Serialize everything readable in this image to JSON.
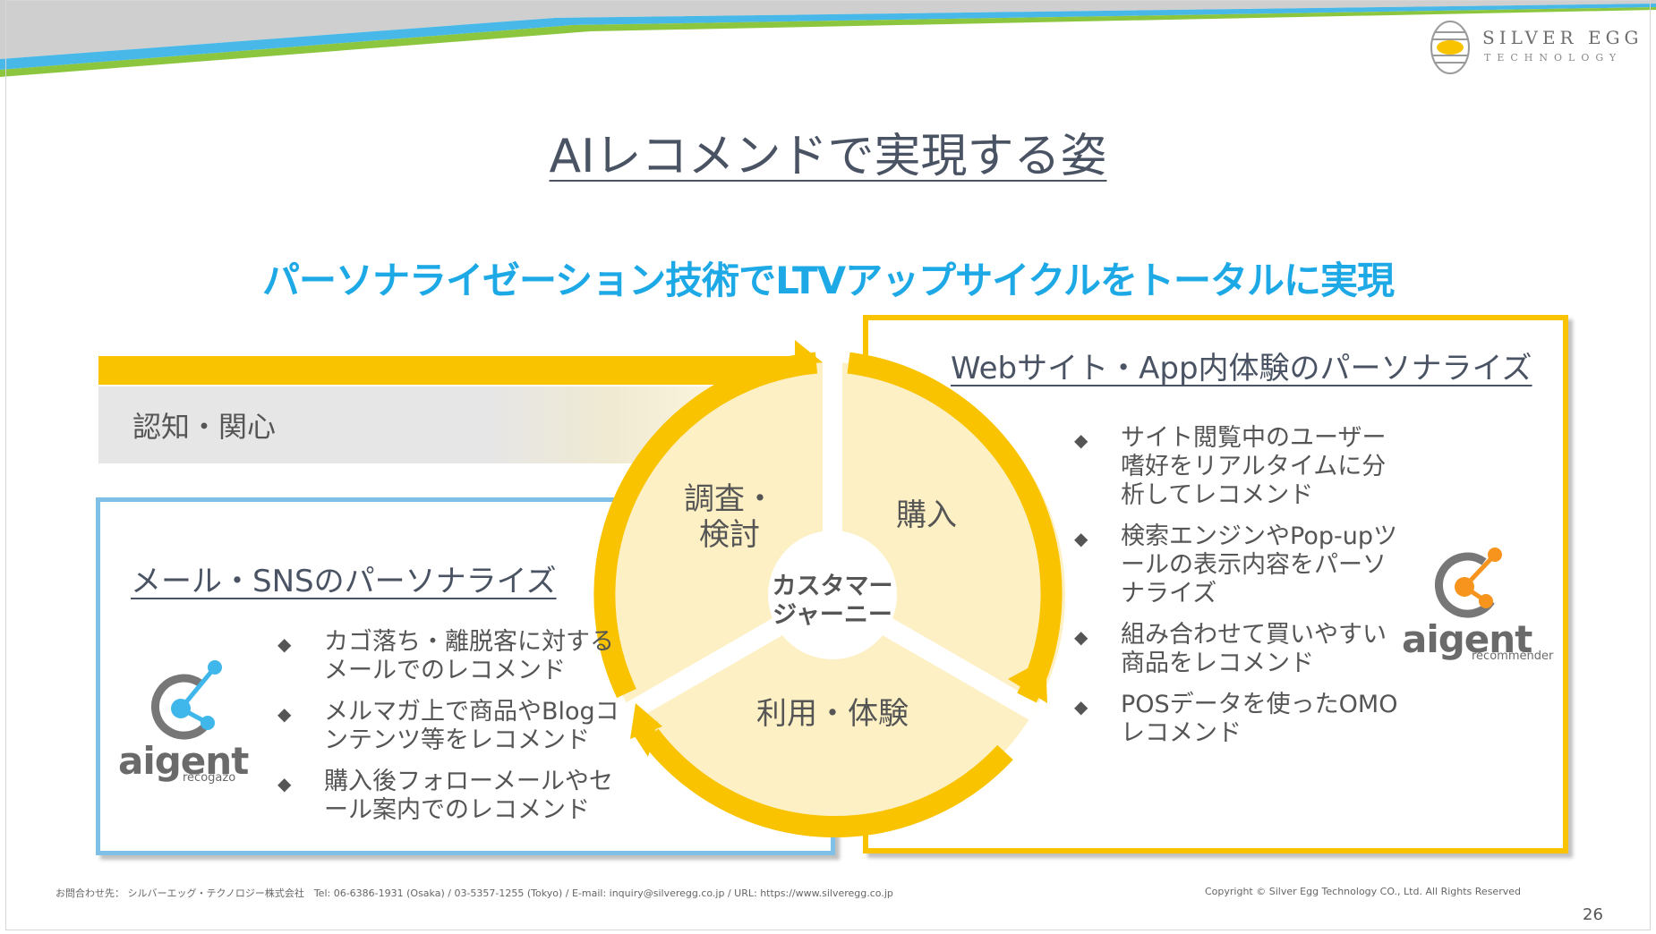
{
  "slide": {
    "title": "AIレコメンドで実現する姿",
    "subtitle": "パーソナライゼーション技術でLTVアップサイクルをトータルに実現",
    "logo": {
      "line1": "SILVER EGG",
      "line2": "TECHNOLOGY",
      "icon": "egg-logo-icon"
    },
    "awareness_label": "認知・関心",
    "cycle": {
      "center": "カスタマージャーニー",
      "stages": {
        "research": "調査・検討",
        "purchase": "購入",
        "use": "利用・体験"
      }
    },
    "web_section": {
      "heading": "Webサイト・App内体験のパーソナライズ",
      "bullet_marker": "◆",
      "bullets": [
        "サイト閲覧中のユーザー嗜好をリアルタイムに分析してレコメンド",
        "検索エンジンやPop-upツールの表示内容をパーソナライズ",
        "組み合わせて買いやすい商品をレコメンド",
        "POSデータを使ったOMOレコメンド"
      ],
      "product": {
        "word": "aigent",
        "sub": "recommender",
        "icon": "aigent-recommender-icon"
      }
    },
    "mail_section": {
      "heading": "メール・SNSのパーソナライズ",
      "bullet_marker": "◆",
      "bullets": [
        "カゴ落ち・離脱客に対するメールでのレコメンド",
        "メルマガ上で商品やBlogコンテンツ等をレコメンド",
        "購入後フォローメールやセール案内でのレコメンド"
      ],
      "product": {
        "word": "aigent",
        "sub": "recogazo",
        "icon": "aigent-recogazo-icon"
      }
    },
    "footer": {
      "contact": "お問合わせ先： シルバーエッグ・テクノロジー株式会社　Tel: 06-6386-1931 (Osaka) / 03-5357-1255 (Tokyo) / E-mail: inquiry@silveregg.co.jp / URL: https://www.silveregg.co.jp",
      "copyright": "Copyright © Silver Egg Technology CO., Ltd. All Rights Reserved",
      "page_number": "26"
    },
    "colors": {
      "yellow": "#f9c300",
      "light_yellow": "#fdf0c4",
      "blue_title": "#1da8e6",
      "box_blue": "#7fc0e6",
      "accent_orange": "#f7941d",
      "accent_cyan": "#3fb7ea"
    }
  }
}
